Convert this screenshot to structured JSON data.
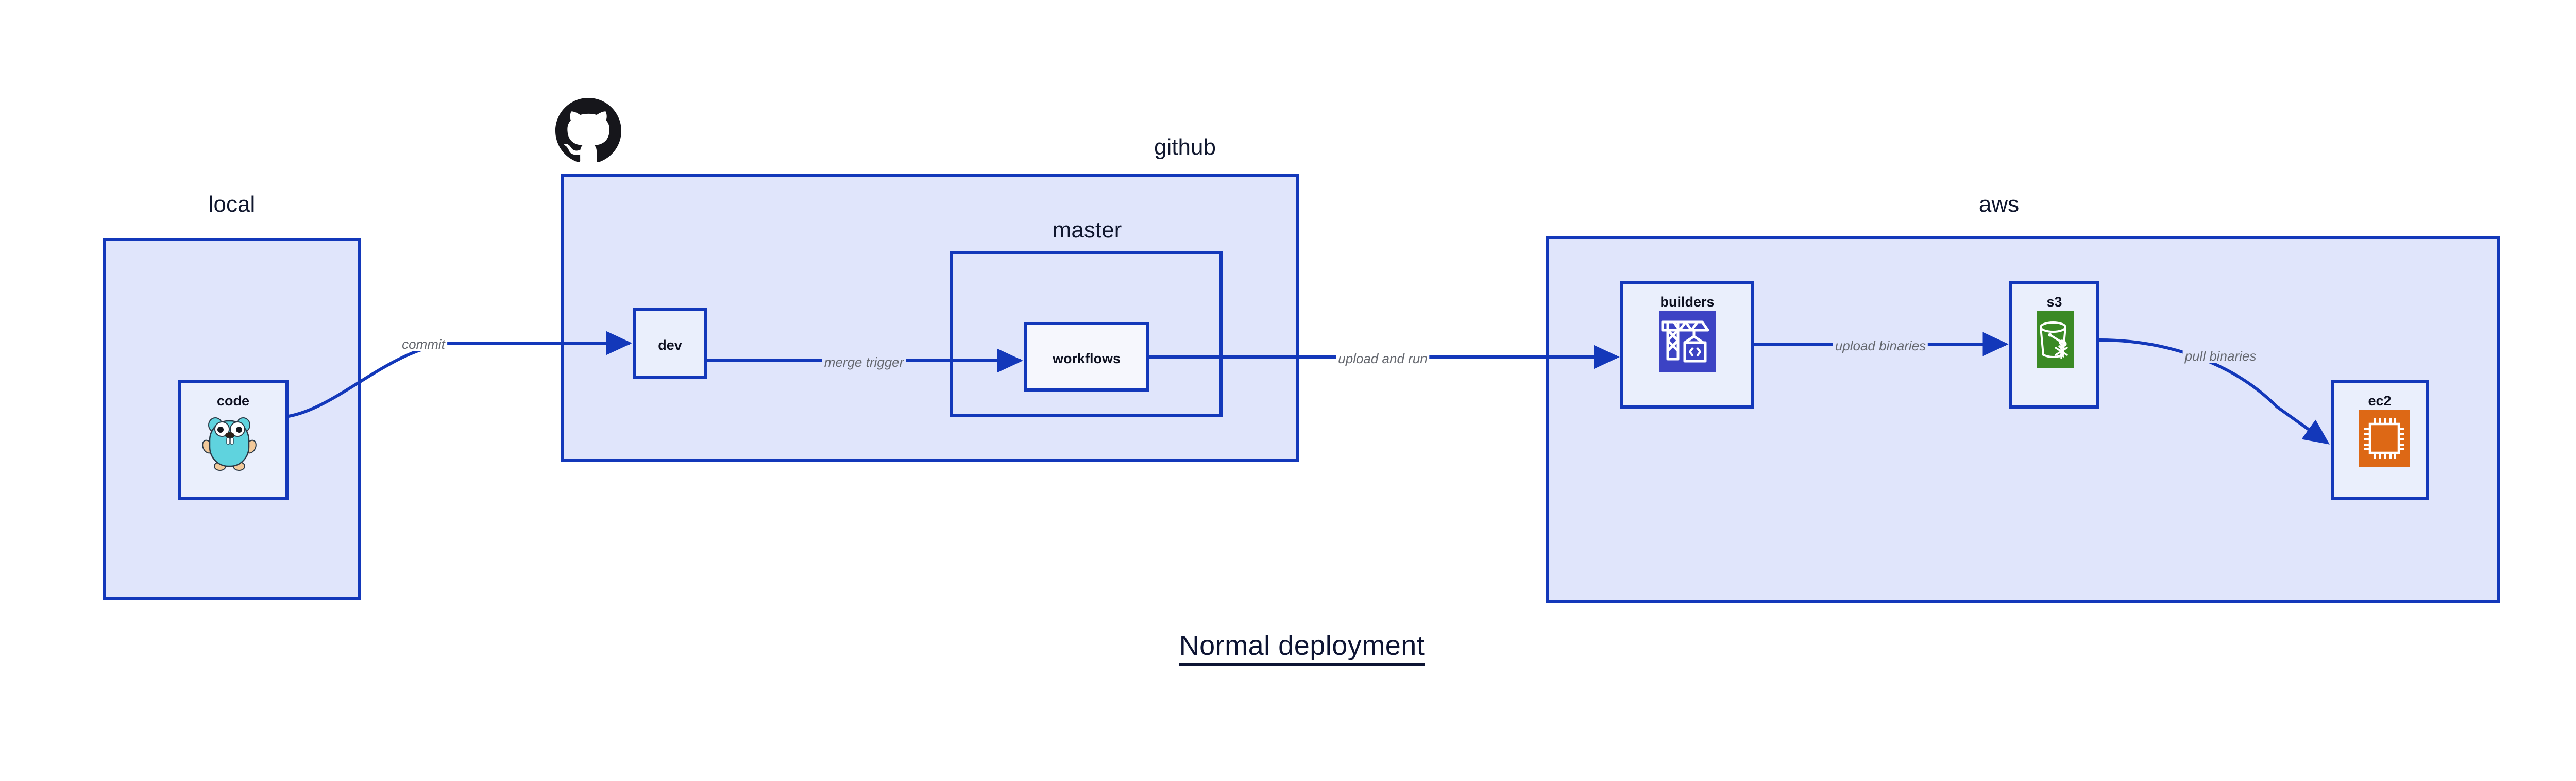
{
  "diagram": {
    "title": "Normal deployment",
    "accent_border": "#1338ba",
    "group_fill": "#e0e5fb",
    "node_fill": "#eaeffc",
    "edge_label_color": "#65686f",
    "title_color": "#0d1433",
    "background": "#ffffff"
  },
  "groups": [
    {
      "id": "local",
      "label": "local"
    },
    {
      "id": "github",
      "label": "github"
    },
    {
      "id": "master",
      "label": "master"
    },
    {
      "id": "aws",
      "label": "aws"
    }
  ],
  "nodes": [
    {
      "id": "code",
      "label": "code",
      "icon": "go-gopher-icon",
      "icon_color": "#5fd3de"
    },
    {
      "id": "dev",
      "label": "dev",
      "icon": "none",
      "icon_color": ""
    },
    {
      "id": "workflows",
      "label": "workflows",
      "icon": "none",
      "icon_color": ""
    },
    {
      "id": "builders",
      "label": "builders",
      "icon": "aws-codebuild-icon",
      "icon_color": "#3c43c4"
    },
    {
      "id": "s3",
      "label": "s3",
      "icon": "aws-s3-glacier-icon",
      "icon_color": "#3b8a25"
    },
    {
      "id": "ec2",
      "label": "ec2",
      "icon": "aws-ec2-icon",
      "icon_color": "#dd6815"
    }
  ],
  "edges": [
    {
      "id": "commit",
      "label": "commit",
      "from": "code",
      "to": "dev"
    },
    {
      "id": "merge-trigger",
      "label": "merge trigger",
      "from": "dev",
      "to": "workflows"
    },
    {
      "id": "upload-and-run",
      "label": "upload and run",
      "from": "workflows",
      "to": "builders"
    },
    {
      "id": "upload-binaries",
      "label": "upload binaries",
      "from": "builders",
      "to": "s3"
    },
    {
      "id": "pull-binaries",
      "label": "pull binaries",
      "from": "s3",
      "to": "ec2"
    }
  ],
  "logos": [
    {
      "id": "github-octocat",
      "name": "github-octocat-icon",
      "color": "#16161b"
    }
  ]
}
